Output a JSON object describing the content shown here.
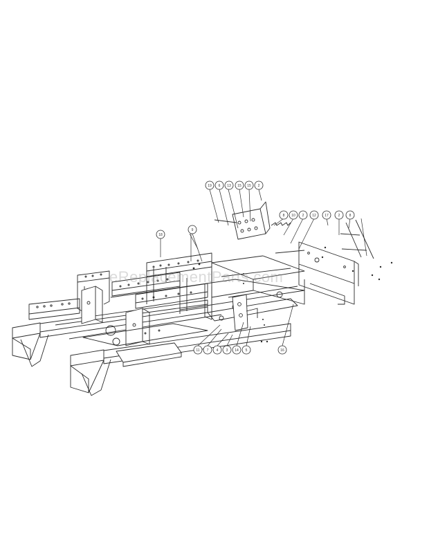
{
  "watermark": "eReplacementParts.com",
  "callouts": [
    "19",
    "6",
    "13",
    "15",
    "15",
    "2",
    "8",
    "10",
    "2",
    "12",
    "17",
    "2",
    "8",
    "18",
    "9",
    "11",
    "7",
    "4",
    "3",
    "14",
    "5",
    "16"
  ],
  "colors": {
    "line": "#2a2a2a",
    "background": "#ffffff"
  }
}
